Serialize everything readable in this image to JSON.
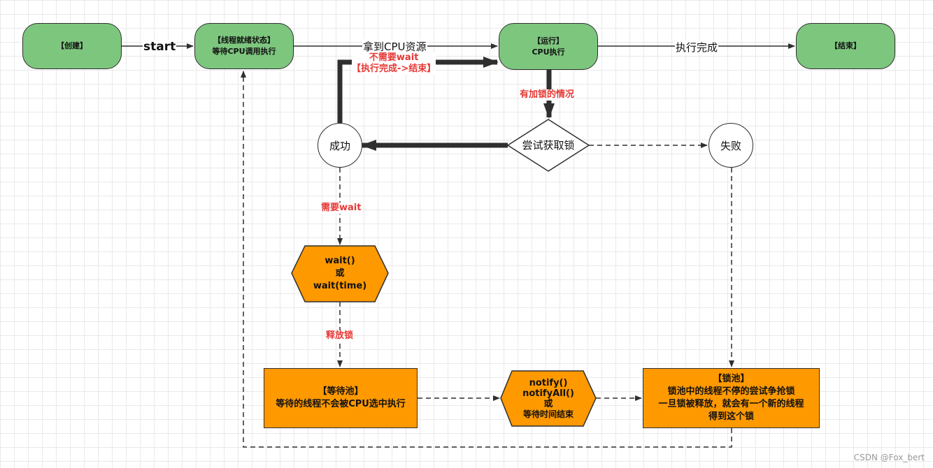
{
  "nodes": {
    "create": "【创建】",
    "ready": [
      "【线程就绪状态】",
      "等待CPU调用执行"
    ],
    "running": [
      "【运行】",
      "CPU执行"
    ],
    "end": "【结束】",
    "try_lock": "尝试获取锁",
    "success": "成功",
    "fail": "失败",
    "wait_call": [
      "wait()",
      "或",
      "wait(time)"
    ],
    "wait_pool": [
      "【等待池】",
      "等待的线程不会被CPU选中执行"
    ],
    "notify": [
      "notify()",
      "notifyAll()",
      "或",
      "等待时间结束"
    ],
    "lock_pool": [
      "【锁池】",
      "锁池中的线程不停的尝试争抢锁",
      "一旦锁被释放，就会有一个新的线程",
      "得到这个锁"
    ]
  },
  "edge_labels": {
    "start": "start",
    "get_cpu": "拿到CPU资源",
    "finish": "执行完成",
    "no_wait": [
      "不需要wait",
      "【执行完成->结束】"
    ],
    "has_lock": "有加锁的情况",
    "need_wait": "需要wait",
    "release_lock": "释放锁"
  },
  "colors": {
    "state_fill": "#7dc67e",
    "pool_fill": "#ff9900",
    "label_red": "#e53935",
    "stroke": "#2f2f2f"
  },
  "watermark": "CSDN @Fox_bert"
}
